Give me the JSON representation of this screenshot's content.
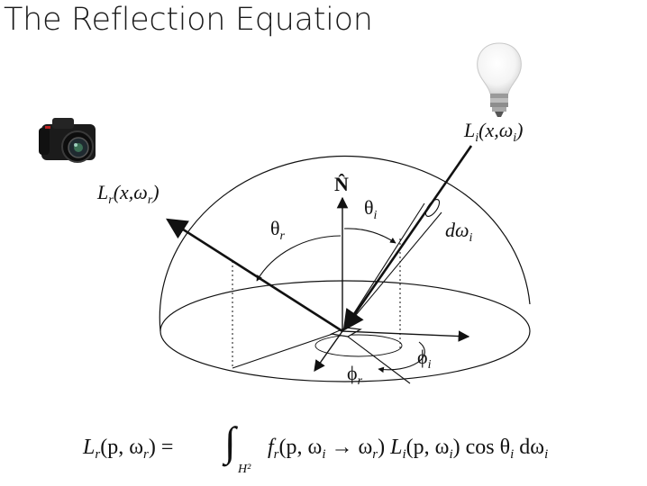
{
  "title": "The Reflection Equation",
  "labels": {
    "incoming_radiance": {
      "sym": "L",
      "sub": "i",
      "args_open": "(x,ω",
      "args_sub": "i",
      "args_close": ")"
    },
    "outgoing_radiance": {
      "sym": "L",
      "sub": "r",
      "args_open": "(x,ω",
      "args_sub": "r",
      "args_close": ")"
    },
    "normal": "N̂",
    "theta_r": {
      "sym": "θ",
      "sub": "r"
    },
    "theta_i": {
      "sym": "θ",
      "sub": "i"
    },
    "solid_angle": {
      "sym": "dω",
      "sub": "i"
    },
    "phi_i": {
      "sym": "ϕ",
      "sub": "i"
    },
    "phi_r": {
      "sym": "ϕ",
      "sub": "r"
    }
  },
  "equation": {
    "lhs": "L",
    "lhs_sub": "r",
    "lhs_args": "(p, ω",
    "lhs_args_sub": "r",
    "lhs_close": ") =",
    "integral": "∫",
    "domain": "H²",
    "brdf": "f",
    "brdf_sub": "r",
    "brdf_args": "(p, ω",
    "brdf_args_sub1": "i",
    "brdf_arrow": " → ω",
    "brdf_args_sub2": "r",
    "brdf_close": ")",
    "li": "L",
    "li_sub": "i",
    "li_args": "(p, ω",
    "li_args_sub": "i",
    "li_close": ")",
    "cos": "cos θ",
    "cos_sub": "i",
    "dw": "dω",
    "dw_sub": "i"
  },
  "icons": [
    "camera-icon",
    "light-bulb-icon"
  ]
}
